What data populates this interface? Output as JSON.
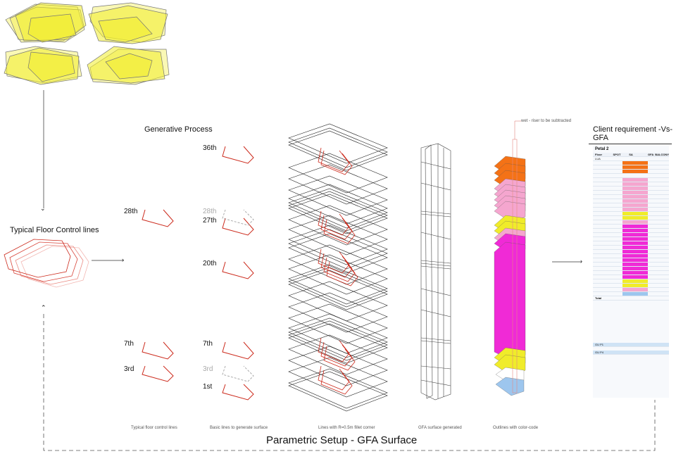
{
  "main_title": "Parametric Setup - GFA Surface",
  "left": {
    "title": "Typical Floor Control lines"
  },
  "process": {
    "title": "Generative Process",
    "col1_floors": [
      "28th",
      "7th",
      "3rd"
    ],
    "col2_floors": [
      "36th",
      "28th",
      "27th",
      "20th",
      "7th",
      "3rd",
      "1st"
    ],
    "captions": [
      "Typical floor control lines",
      "Basic lines to generate surface",
      "Lines with R=0.5m fillet corner",
      "GFA surface generated",
      "Outlines with color-code"
    ],
    "annotation": "wet - riser to be subtracted"
  },
  "client": {
    "title": "Client requirement -Vs- GFA",
    "table_title": "Petal 2",
    "headers": [
      "Floor",
      "SPOT",
      "SA",
      "GFA",
      "BALCONY"
    ],
    "sub_label": "LUA",
    "total_label": "Total",
    "summary_labels": [
      "GU P1",
      "GU P4"
    ]
  },
  "colors": {
    "red": "#cc2a1c",
    "yellow": "#f0ec2a",
    "orange": "#f47216",
    "pink": "#f5a6cf",
    "magenta": "#f02ad6",
    "lightblue": "#9dc6ee",
    "gray_dash": "#555555"
  },
  "icons": [
    "arrow-right-icon",
    "arrow-down-icon",
    "arrow-up-icon"
  ]
}
